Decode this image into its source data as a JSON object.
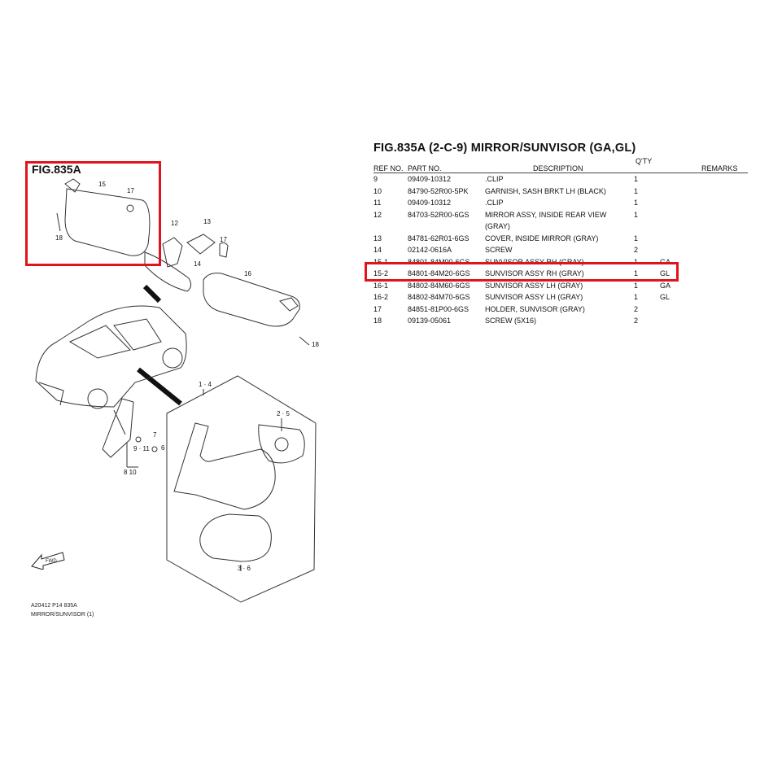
{
  "figure": {
    "label": "FIG.835A",
    "title": "FIG.835A (2-C-9) MIRROR/SUNVISOR (GA,GL)",
    "footer_code": "A20412 P14 835A",
    "footer_name": "MIRROR/SUNVISOR (1)",
    "fwd_label": "FWD",
    "callouts": [
      "15",
      "17",
      "18",
      "12",
      "13",
      "17",
      "14",
      "16",
      "18",
      "1 · 4",
      "2 · 5",
      "7",
      "9 · 11",
      "6",
      "8 10",
      "3 · 6"
    ]
  },
  "table": {
    "headers": {
      "ref": "REF NO.",
      "part": "PART NO.",
      "desc": "DESCRIPTION",
      "qty": "Q'TY",
      "remarks": "REMARKS"
    },
    "rows": [
      {
        "ref": "9",
        "part": "09409-10312",
        "desc": ".CLIP",
        "qty": "1",
        "remarks": ""
      },
      {
        "ref": "10",
        "part": "84790-52R00-5PK",
        "desc": "GARNISH, SASH BRKT LH (BLACK)",
        "qty": "1",
        "remarks": ""
      },
      {
        "ref": "11",
        "part": "09409-10312",
        "desc": ".CLIP",
        "qty": "1",
        "remarks": ""
      },
      {
        "ref": "12",
        "part": "84703-52R00-6GS",
        "desc": "MIRROR ASSY, INSIDE REAR VIEW",
        "qty": "1",
        "remarks": ""
      },
      {
        "ref": "",
        "part": "",
        "desc": "(GRAY)",
        "qty": "",
        "remarks": ""
      },
      {
        "ref": "13",
        "part": "84781-62R01-6GS",
        "desc": "COVER, INSIDE MIRROR (GRAY)",
        "qty": "1",
        "remarks": ""
      },
      {
        "ref": "14",
        "part": "02142-0616A",
        "desc": "SCREW",
        "qty": "2",
        "remarks": ""
      },
      {
        "ref": "15-1",
        "part": "84801-84M00-6GS",
        "desc": "SUNVISOR ASSY RH (GRAY)",
        "qty": "1",
        "remarks": "GA"
      },
      {
        "ref": "15-2",
        "part": "84801-84M20-6GS",
        "desc": "SUNVISOR ASSY RH (GRAY)",
        "qty": "1",
        "remarks": "GL"
      },
      {
        "ref": "16-1",
        "part": "84802-84M60-6GS",
        "desc": "SUNVISOR ASSY LH (GRAY)",
        "qty": "1",
        "remarks": "GA"
      },
      {
        "ref": "16-2",
        "part": "84802-84M70-6GS",
        "desc": "SUNVISOR ASSY LH (GRAY)",
        "qty": "1",
        "remarks": "GL"
      },
      {
        "ref": "17",
        "part": "84851-81P00-6GS",
        "desc": "HOLDER, SUNVISOR (GRAY)",
        "qty": "2",
        "remarks": ""
      },
      {
        "ref": "18",
        "part": "09139-05061",
        "desc": "SCREW (5X16)",
        "qty": "2",
        "remarks": ""
      }
    ]
  },
  "colors": {
    "highlight": "#e0141e",
    "line": "#333333"
  }
}
